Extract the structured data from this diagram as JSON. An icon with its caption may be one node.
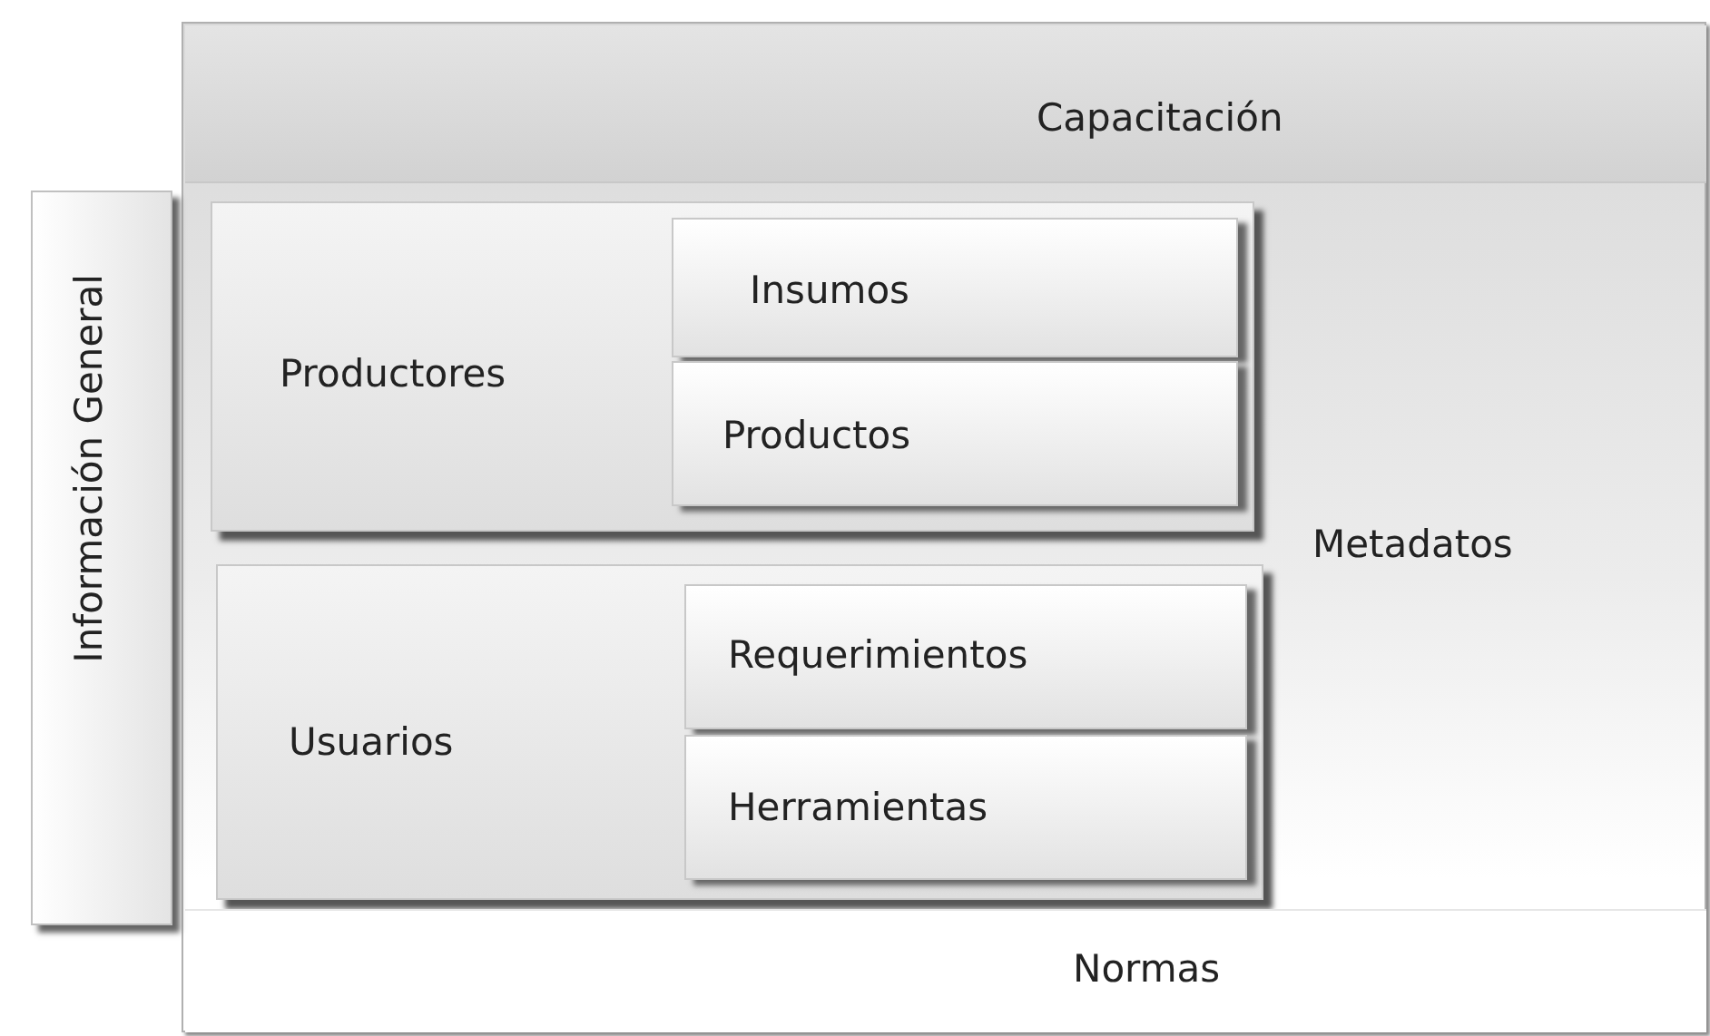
{
  "diagram": {
    "nodes": [
      {
        "text": [
          "Metadatos"
        ]
      },
      {
        "text": [
          "Capacitación"
        ],
        "in": 0
      },
      {
        "text": [
          "Información General"
        ]
      },
      {
        "text": [
          "Productores"
        ],
        "in": 0
      },
      {
        "text": [
          "Insumos"
        ],
        "in": 3
      },
      {
        "text": [
          "Productos"
        ],
        "in": 3
      },
      {
        "text": [
          "Usuarios"
        ],
        "in": 0
      },
      {
        "text": [
          "Requerimientos"
        ],
        "in": 6
      },
      {
        "text": [
          "Herramientas"
        ],
        "in": 6
      },
      {
        "text": [
          "Normas"
        ],
        "in": 0
      }
    ]
  }
}
